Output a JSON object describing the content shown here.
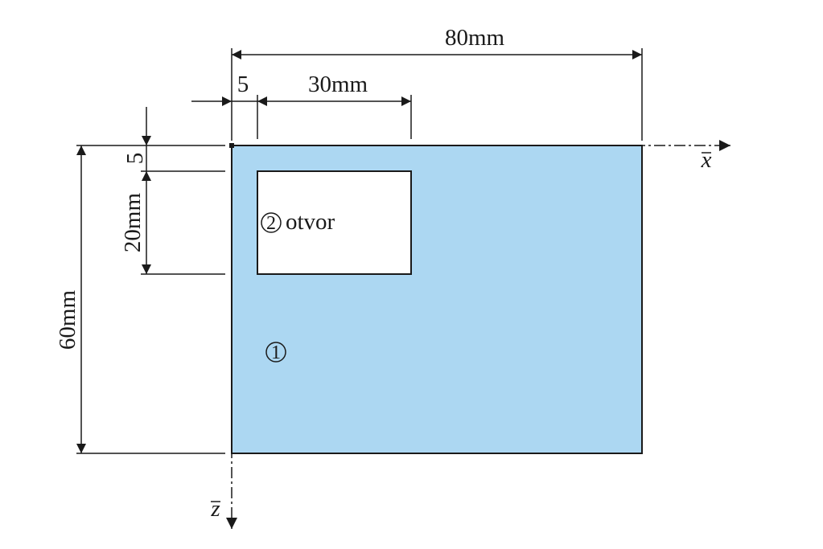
{
  "colors": {
    "plate_fill": "#acd7f2",
    "hole_fill": "#ffffff",
    "line": "#1a1a1a"
  },
  "dimensions": {
    "width_total": "80mm",
    "offset_x": "5",
    "hole_width": "30mm",
    "offset_z": "5",
    "hole_height": "20mm",
    "height_total": "60mm"
  },
  "parts": {
    "plate_marker": "1",
    "hole_marker": "2",
    "hole_label": "otvor"
  },
  "axes": {
    "x_label": "x",
    "z_label": "z"
  }
}
